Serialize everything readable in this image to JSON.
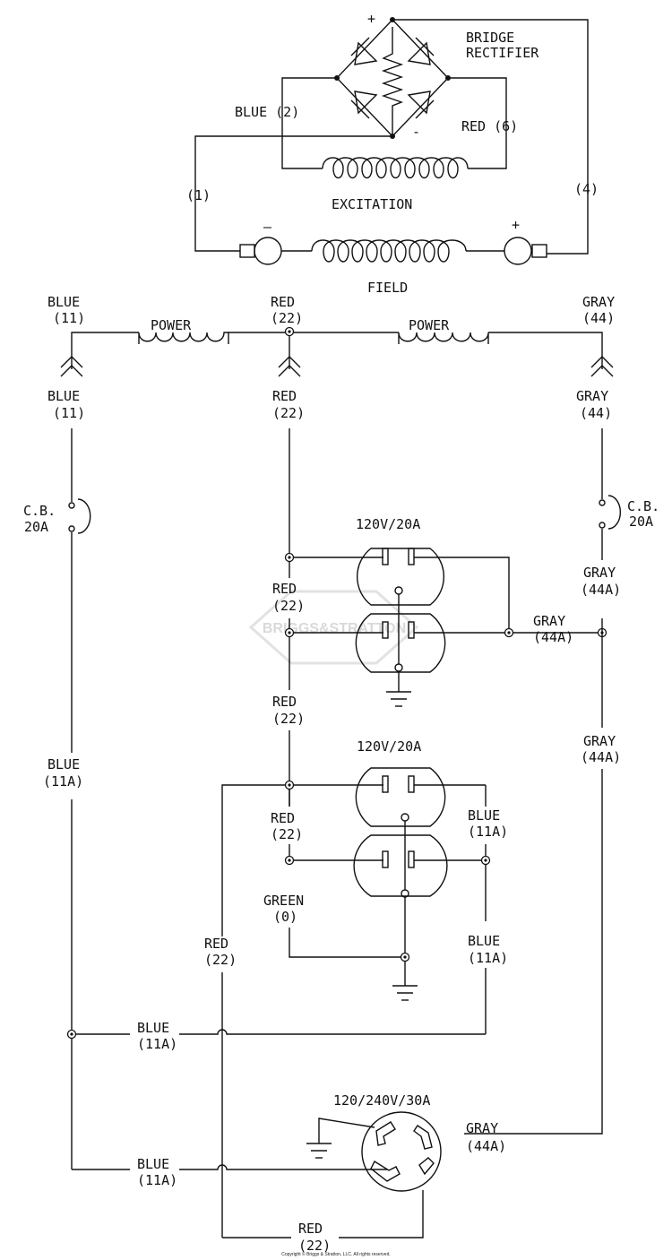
{
  "rectifier": {
    "title1": "BRIDGE",
    "title2": "RECTIFIER",
    "plus": "+",
    "minus": "-"
  },
  "excitation": {
    "label": "EXCITATION",
    "left_wire": "BLUE (2)",
    "right_wire": "RED (6)"
  },
  "field": {
    "label": "FIELD",
    "left_wire": "(1)",
    "right_wire": "(4)",
    "minus": "–",
    "plus": "+"
  },
  "power": {
    "left_label": "POWER",
    "right_label": "POWER"
  },
  "top_wires": {
    "blue_color": "BLUE",
    "blue_num": "(11)",
    "red_color": "RED",
    "red_num": "(22)",
    "gray_color": "GRAY",
    "gray_num": "(44)"
  },
  "breakers": {
    "left_l1": "C.B.",
    "left_l2": "20A",
    "right_l1": "C.B.",
    "right_l2": "20A"
  },
  "wire_labels": {
    "gray": "GRAY",
    "gray_44a": "(44A)",
    "red": "RED",
    "red_22": "(22)",
    "blue": "BLUE",
    "blue_11a": "(11A)",
    "green": "GREEN",
    "green_0": "(0)"
  },
  "receptacles": {
    "upper": "120V/20A",
    "lower": "120V/20A",
    "twist": "120/240V/30A"
  },
  "watermark": "BRIGGS&STRATTON",
  "copyright": "Copyright © Briggs & Stratton, LLC. All rights reserved."
}
